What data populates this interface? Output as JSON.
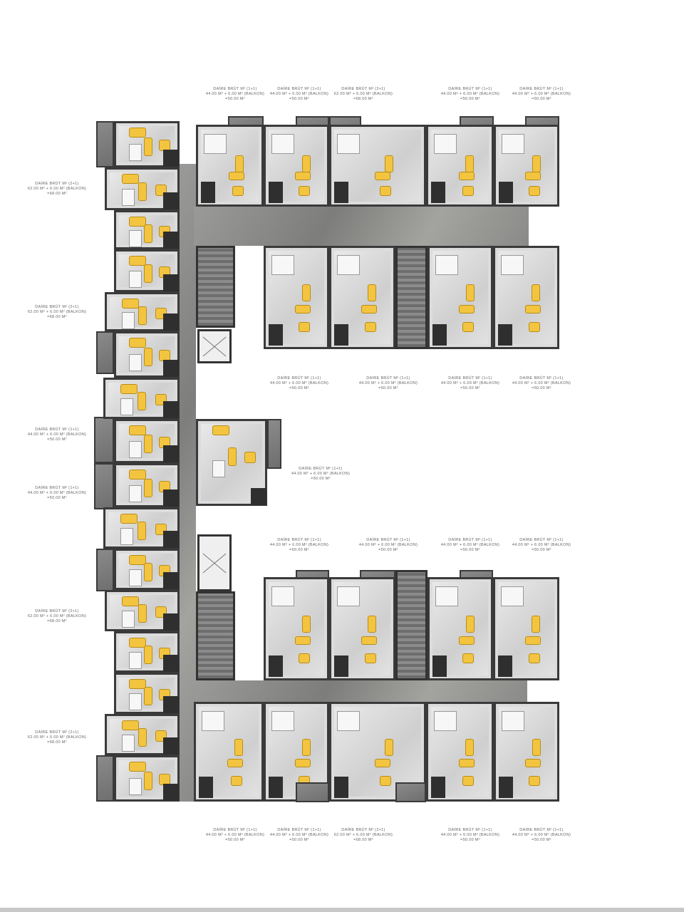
{
  "unit_labels": {
    "one_plus_one": {
      "title": "DAİRE BRÜT M² (1+1)",
      "area": "44.00 M² + 6.00 M² (BALKON)",
      "total": "=50.00 M²"
    },
    "two_plus_one": {
      "title": "DAİRE BRÜT M² (2+1)",
      "area": "62.00 M² + 6.00 M² (BALKON)",
      "total": "=68.00 M²"
    }
  },
  "label_groups": {
    "top_row": [
      "one_plus_one",
      "one_plus_one",
      "two_plus_one",
      "one_plus_one",
      "one_plus_one"
    ],
    "left_column": [
      "two_plus_one",
      "two_plus_one",
      "one_plus_one",
      "one_plus_one",
      "two_plus_one",
      "two_plus_one"
    ],
    "middle_row": [
      "one_plus_one",
      "one_plus_one",
      "one_plus_one",
      "one_plus_one"
    ],
    "center": [
      "one_plus_one"
    ],
    "lower_row": [
      "one_plus_one",
      "one_plus_one",
      "one_plus_one",
      "one_plus_one"
    ],
    "bottom_row": [
      "one_plus_one",
      "one_plus_one",
      "two_plus_one",
      "one_plus_one",
      "one_plus_one"
    ]
  },
  "colors": {
    "furniture": "#f2c440",
    "walls": "#3a3a3a",
    "balcony": "#7a7a7a",
    "corridor": "#8c8c8a"
  }
}
